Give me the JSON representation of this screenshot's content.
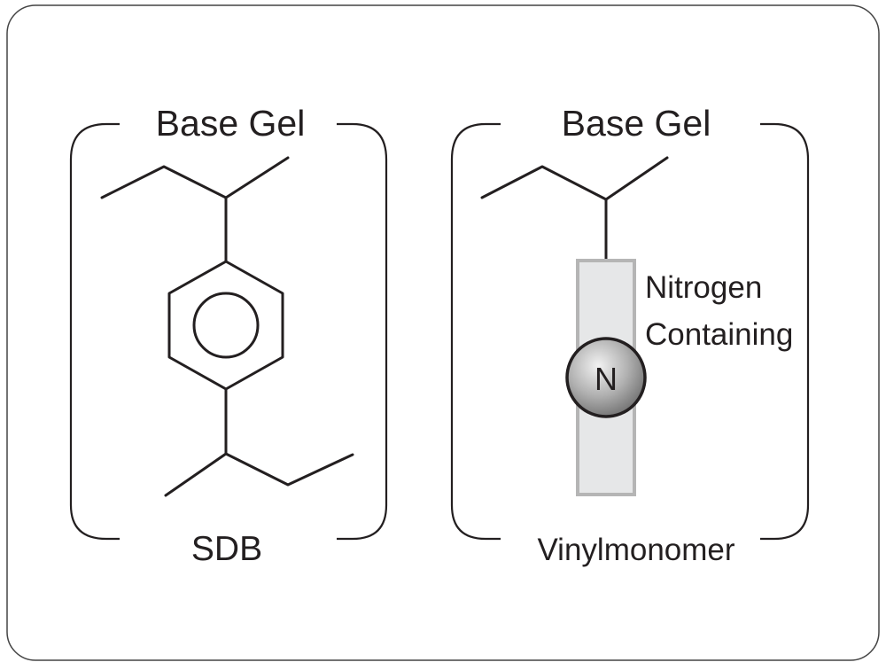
{
  "left_panel": {
    "top_label": "Base Gel",
    "bottom_label": "SDB"
  },
  "right_panel": {
    "top_label": "Base Gel",
    "bottom_label": "Vinylmonomer",
    "side_label_line1": "Nitrogen",
    "side_label_line2": "Containing",
    "atom_symbol": "N"
  },
  "colors": {
    "stroke": "#231f20",
    "column_fill": "#e6e7e8",
    "column_border": "#b5b5b5",
    "atom_fill": "#8c8c8c"
  }
}
